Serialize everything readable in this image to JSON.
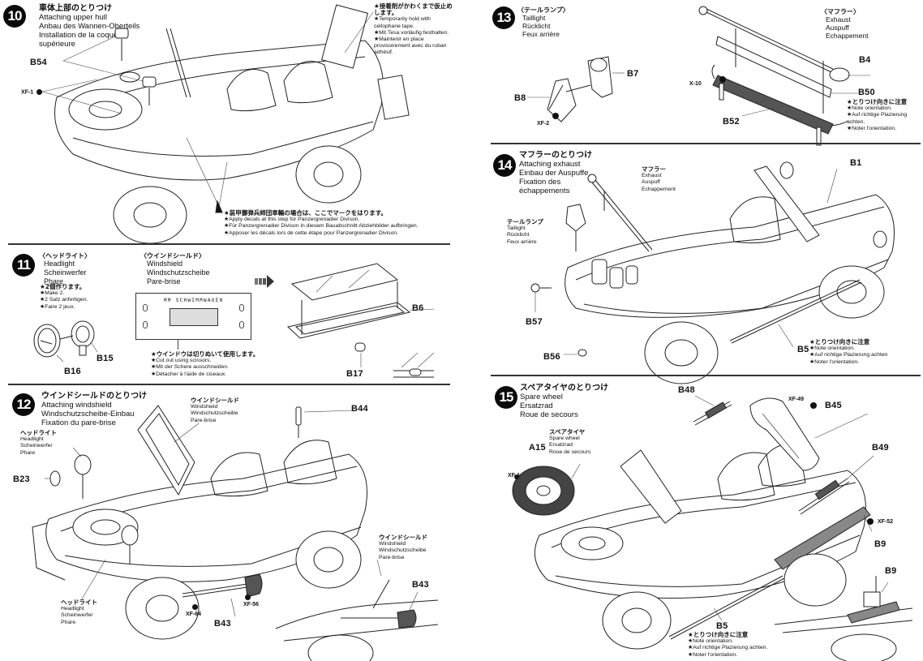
{
  "steps": [
    {
      "number": "10",
      "title_jp": "車体上部のとりつけ",
      "title_en": "Attaching upper hull",
      "title_de": "Anbau des Wannen-Oberteils",
      "title_fr": "Installation de la coque supérieure",
      "parts": [
        "B54"
      ],
      "paint": [
        "XF-1"
      ],
      "notes": [
        {
          "jp": "★接着剤がかわくまで仮止めします。",
          "en": "★Temporarily hold with cellophane tape.",
          "de": "★Mit Tesa vorläufig festhalten.",
          "fr": "★Maintenir en place provisoirement avec du ruban adhésif."
        },
        {
          "jp": "★装甲擲弾兵師団車輛の場合は、ここでマークをはります。",
          "en": "★Apply decals at this step for Panzergrenadier Divison.",
          "de": "★Für Panzergrenadier Divison in diesem Bauabschnitt Abziehbilder aufbringen.",
          "fr": "★Apposer les décals lors de cette étape pour Panzergrenadier Divison."
        }
      ]
    },
    {
      "number": "11",
      "headlight": {
        "jp": "〈ヘッドライト〉",
        "en": "Headlight",
        "de": "Scheinwerfer",
        "fr": "Phare",
        "note_jp": "★2個作ります。",
        "note_en": "★Make 2.",
        "note_de": "★2 Satz anfertigen.",
        "note_fr": "★Faire 2 jeux.",
        "parts": [
          "B16",
          "B15"
        ]
      },
      "windshield": {
        "jp": "〈ウインドシールド〉",
        "en": "Windshield",
        "de": "Windschutzscheibe",
        "fr": "Pare-brise",
        "sheet_label": "MM SCHWIMMWAGEN",
        "note_jp": "★ウインドウは切りぬいて使用します。",
        "note_en": "★Cut out using scissors.",
        "note_de": "★Mit der Schere ausschneiden.",
        "note_fr": "★Détacher à l'aide de ciseaux.",
        "parts": [
          "B6",
          "B17"
        ]
      }
    },
    {
      "number": "12",
      "title_jp": "ウインドシールドのとりつけ",
      "title_en": "Attaching windshield",
      "title_de": "Windschutzscheibe-Einbau",
      "title_fr": "Fixation du pare-brise",
      "windshield_label": {
        "jp": "ウインドシールド",
        "en": "Windshield",
        "de": "Windschutzscheibe",
        "fr": "Pare-brise"
      },
      "headlight_label": {
        "jp": "ヘッドライト",
        "en": "Headlight",
        "de": "Scheinwerfer",
        "fr": "Phare"
      },
      "headlight_label2": {
        "jp": "ヘッドライト",
        "en": "Headlight",
        "de": "Scheinwerfer",
        "fr": "Phare"
      },
      "windshield_label2": {
        "jp": "ウインドシールド",
        "en": "Windshield",
        "de": "Windschutzscheibe",
        "fr": "Pare-brise"
      },
      "parts": [
        "B44",
        "B23",
        "B43",
        "B43"
      ],
      "paint": [
        "XF-64",
        "XF-56"
      ]
    },
    {
      "number": "13",
      "taillight": {
        "jp": "〈テールランプ〉",
        "en": "Taillight",
        "de": "Rücklicht",
        "fr": "Feux arrière"
      },
      "exhaust": {
        "jp": "〈マフラー〉",
        "en": "Exhaust",
        "de": "Auspuff",
        "fr": "Echappement"
      },
      "parts": [
        "B7",
        "B8",
        "B4",
        "B50",
        "B52"
      ],
      "paint": [
        "XF-2",
        "X-10"
      ],
      "note": {
        "jp": "★とりつけ向きに注意",
        "en": "★Note orientation.",
        "de": "★Auf richtige Plazierung achten.",
        "fr": "★Noter l'orientation."
      }
    },
    {
      "number": "14",
      "title_jp": "マフラーのとりつけ",
      "title_en": "Attaching exhaust",
      "title_de": "Einbau der Auspuffe",
      "title_fr": "Fixation des échappements",
      "exhaust_label": {
        "jp": "マフラー",
        "en": "Exhaust",
        "de": "Auspuff",
        "fr": "Echappement"
      },
      "taillight_label": {
        "jp": "テールランプ",
        "en": "Taillight",
        "de": "Rücklicht",
        "fr": "Feux arrière"
      },
      "parts": [
        "B1",
        "B57",
        "B56",
        "B5"
      ],
      "note": {
        "jp": "★とりつけ向きに注意",
        "en": "★Note orientation.",
        "de": "★Auf richtige Plazierung achten",
        "fr": "★Noter l'orientation."
      }
    },
    {
      "number": "15",
      "title_jp": "スペアタイヤのとりつけ",
      "title_en": "Spare wheel",
      "title_de": "Ersatzrad",
      "title_fr": "Roue de secours",
      "spare_label": {
        "jp": "スペアタイヤ",
        "en": "Spare wheel",
        "de": "Ersatzrad",
        "fr": "Roue de secours"
      },
      "parts": [
        "B48",
        "B45",
        "B49",
        "A15",
        "B9",
        "B9",
        "B5"
      ],
      "paint": [
        "XF-49",
        "XF-1",
        "XF-52"
      ],
      "note": {
        "jp": "★とりつけ向きに注意",
        "en": "★Note orientation.",
        "de": "★Auf richtige Plazierung achten.",
        "fr": "★Noter l'orientation."
      }
    }
  ]
}
